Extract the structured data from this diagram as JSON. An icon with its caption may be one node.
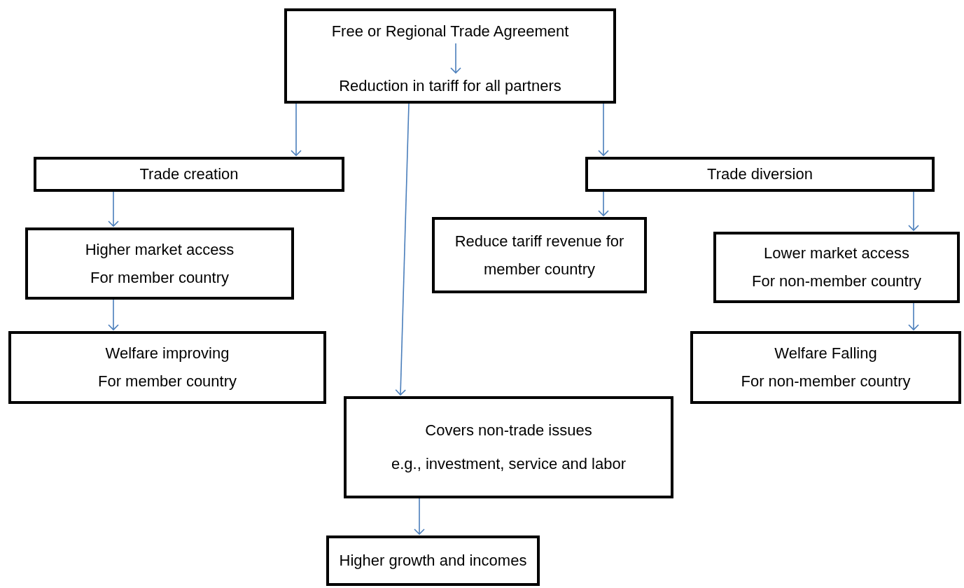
{
  "diagram": {
    "nodes": [
      {
        "text": [],
        "shape": "box"
      },
      {
        "text": [
          "Free or Regional Trade Agreement"
        ],
        "in": 0
      },
      {
        "text": [
          "Reduction in tariff for all partners"
        ],
        "in": 0
      },
      {
        "text": [
          "Trade creation"
        ]
      },
      {
        "text": [
          "Trade diversion"
        ]
      },
      {
        "text": [
          "Higher market access",
          "For member country"
        ]
      },
      {
        "text": [
          "Reduce tariff revenue for member country"
        ]
      },
      {
        "text": [
          "Lower market access",
          "For non-member country"
        ]
      },
      {
        "text": [
          "Welfare improving",
          "For member country"
        ]
      },
      {
        "text": [
          "Welfare Falling",
          "For non-member country"
        ]
      },
      {
        "text": [
          "Covers non-trade issues",
          "e.g., investment, service and labor"
        ]
      },
      {
        "text": [
          "Higher growth and incomes"
        ]
      }
    ],
    "edges": [
      {
        "from": 1,
        "to": 2,
        "arrow": "to"
      },
      {
        "from": 0,
        "to": 3,
        "arrow": "to"
      },
      {
        "from": 0,
        "to": 10,
        "arrow": "to"
      },
      {
        "from": 0,
        "to": 4,
        "arrow": "to"
      },
      {
        "from": 3,
        "to": 5,
        "arrow": "to"
      },
      {
        "from": 5,
        "to": 8,
        "arrow": "to"
      },
      {
        "from": 4,
        "to": 6,
        "arrow": "to"
      },
      {
        "from": 4,
        "to": 7,
        "arrow": "to"
      },
      {
        "from": 7,
        "to": 9,
        "arrow": "to"
      },
      {
        "from": 10,
        "to": 11,
        "arrow": "to"
      }
    ]
  }
}
